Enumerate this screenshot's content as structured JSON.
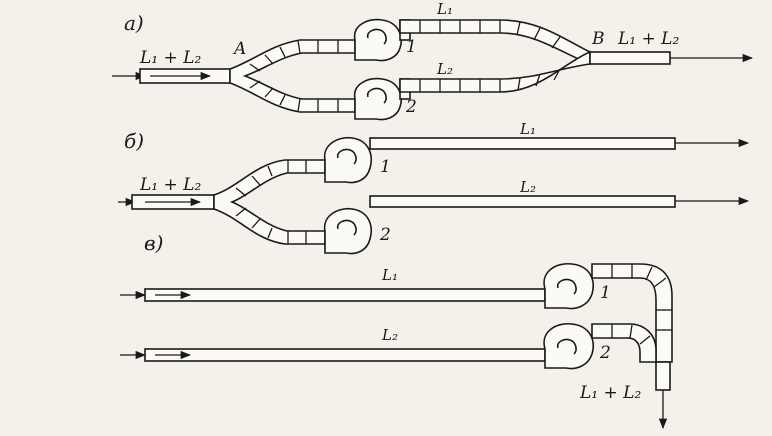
{
  "panels": {
    "a": {
      "label": "а)",
      "inlet": "L₁ + L₂",
      "point_a": "A",
      "point_b": "B",
      "branch1_flow": "L₁",
      "branch2_flow": "L₂",
      "fan1": "1",
      "fan2": "2",
      "outlet": "L₁ + L₂"
    },
    "b": {
      "label": "б)",
      "inlet": "L₁ + L₂",
      "branch1_flow": "L₁",
      "branch2_flow": "L₂",
      "fan1": "1",
      "fan2": "2"
    },
    "c": {
      "label": "в)",
      "inlet1_flow": "L₁",
      "inlet2_flow": "L₂",
      "fan1": "1",
      "fan2": "2",
      "outlet": "L₁ + L₂"
    }
  }
}
